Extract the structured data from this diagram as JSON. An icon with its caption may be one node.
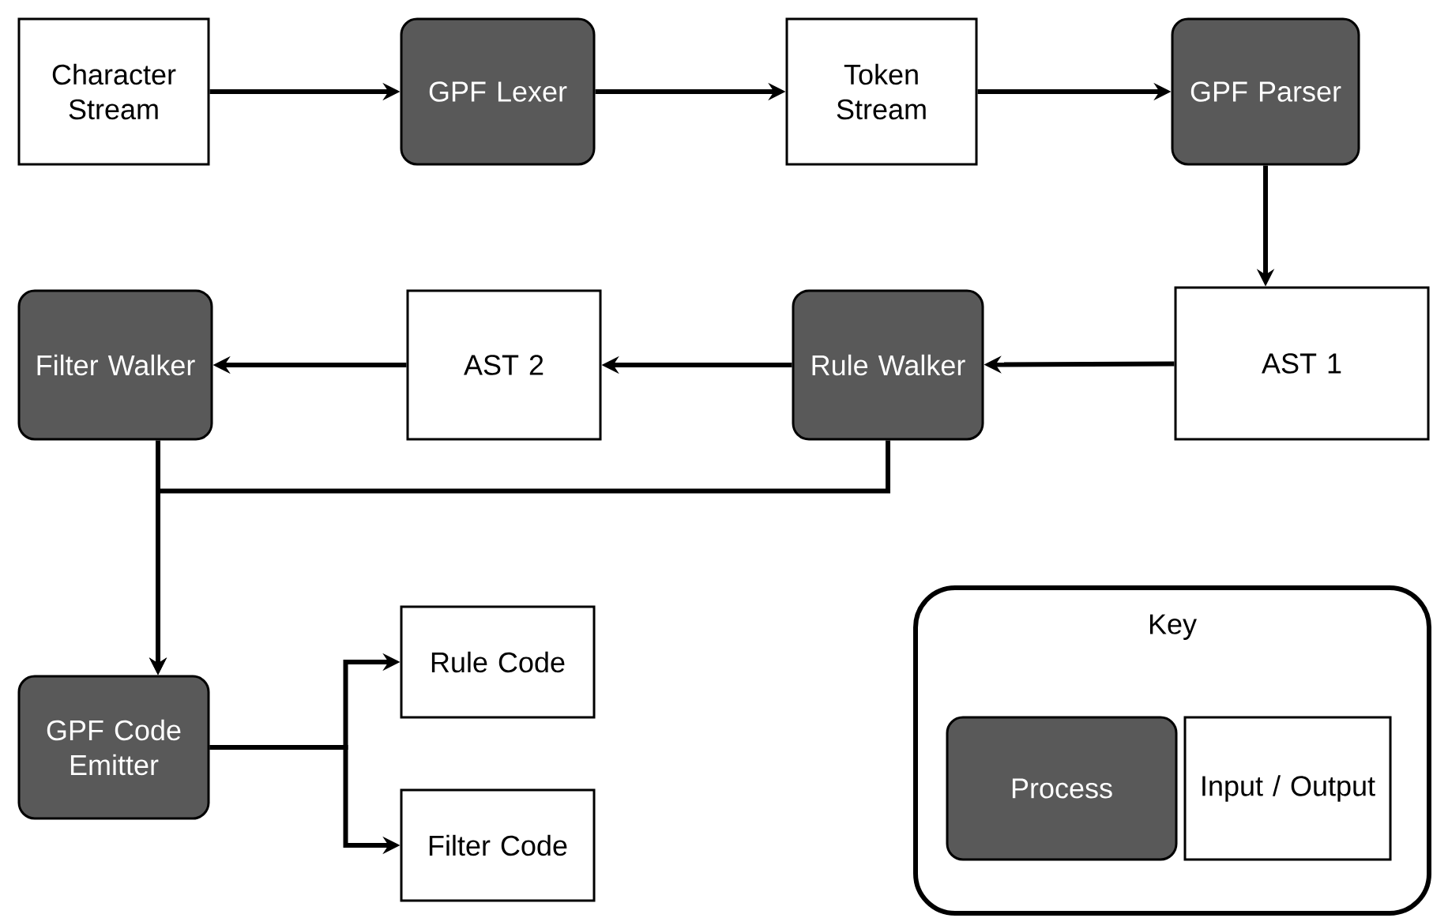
{
  "diagram": {
    "nodes": [
      {
        "text": [
          "Character Stream"
        ]
      },
      {
        "text": [
          "GPF Lexer"
        ]
      },
      {
        "text": [
          "Token Stream"
        ]
      },
      {
        "text": [
          "GPF Parser"
        ]
      },
      {
        "text": [
          "AST 1"
        ]
      },
      {
        "text": [
          "Rule Walker"
        ]
      },
      {
        "text": [
          "AST 2"
        ]
      },
      {
        "text": [
          "Filter Walker"
        ]
      },
      {
        "text": [
          "GPF Code Emitter"
        ]
      },
      {
        "text": [
          "Rule Code"
        ]
      },
      {
        "text": [
          "Filter Code"
        ]
      },
      {
        "text": [
          "Key"
        ]
      },
      {
        "text": [
          "Process"
        ],
        "in": 11
      },
      {
        "text": [
          "Input / Output"
        ],
        "in": 11
      }
    ],
    "edges": [
      {
        "from": 0,
        "to": 1,
        "arrow": "to"
      },
      {
        "from": 1,
        "to": 2,
        "arrow": "to"
      },
      {
        "from": 2,
        "to": 3,
        "arrow": "to"
      },
      {
        "from": 3,
        "to": 4,
        "arrow": "to"
      },
      {
        "from": 4,
        "to": 5,
        "arrow": "to"
      },
      {
        "from": 5,
        "to": 6,
        "arrow": "to"
      },
      {
        "from": 6,
        "to": 7,
        "arrow": "to"
      },
      {
        "from": 7,
        "to": 8,
        "arrow": "to"
      },
      {
        "from": 5,
        "to": 8,
        "arrow": "to"
      },
      {
        "from": 8,
        "to": 9,
        "arrow": "to"
      },
      {
        "from": 8,
        "to": 10,
        "arrow": "to"
      }
    ]
  }
}
